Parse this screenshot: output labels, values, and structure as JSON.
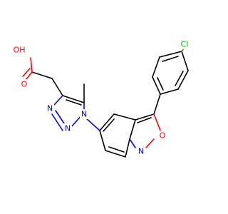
{
  "structure": {
    "colors": {
      "bond": "#000000",
      "oxygen": "#ff0000",
      "nitrogen": "#0000ff",
      "chlorine": "#00aa00"
    },
    "atoms": {
      "cl": "Cl",
      "oh": "OH",
      "carbonyl_o": "O",
      "triazole_n1": "N",
      "triazole_n2": "N",
      "triazole_n3": "N",
      "isoxazole_o": "O",
      "isoxazole_n": "N"
    }
  }
}
